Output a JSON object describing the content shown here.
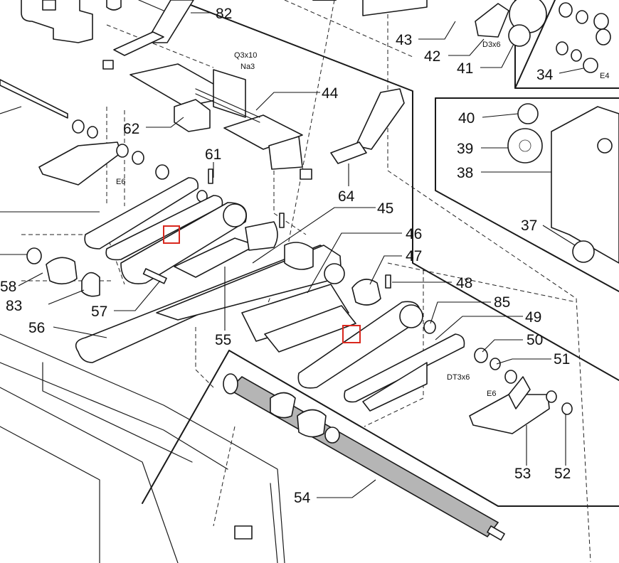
{
  "callouts": [
    {
      "id": "c82",
      "text": "82"
    },
    {
      "id": "c43",
      "text": "43"
    },
    {
      "id": "c42",
      "text": "42"
    },
    {
      "id": "c41",
      "text": "41"
    },
    {
      "id": "c34",
      "text": "34"
    },
    {
      "id": "c44",
      "text": "44"
    },
    {
      "id": "c62",
      "text": "62"
    },
    {
      "id": "c61",
      "text": "61"
    },
    {
      "id": "c40",
      "text": "40"
    },
    {
      "id": "c39",
      "text": "39"
    },
    {
      "id": "c38",
      "text": "38"
    },
    {
      "id": "c64",
      "text": "64"
    },
    {
      "id": "c45",
      "text": "45"
    },
    {
      "id": "c46",
      "text": "46"
    },
    {
      "id": "c47",
      "text": "47"
    },
    {
      "id": "c37",
      "text": "37"
    },
    {
      "id": "c48",
      "text": "48"
    },
    {
      "id": "c85",
      "text": "85"
    },
    {
      "id": "c49",
      "text": "49"
    },
    {
      "id": "c50",
      "text": "50"
    },
    {
      "id": "c51",
      "text": "51"
    },
    {
      "id": "c58",
      "text": "58"
    },
    {
      "id": "c83",
      "text": "83"
    },
    {
      "id": "c57",
      "text": "57"
    },
    {
      "id": "c56",
      "text": "56"
    },
    {
      "id": "c55",
      "text": "55"
    },
    {
      "id": "c53",
      "text": "53"
    },
    {
      "id": "c52",
      "text": "52"
    },
    {
      "id": "c54",
      "text": "54"
    }
  ],
  "small_labels": {
    "q3x10": "Q3x10",
    "na3": "Na3",
    "d3x6": "D3x6",
    "e4": "E4",
    "e6_left": "E6",
    "e6_right": "E6",
    "dt3x6": "DT3x6"
  },
  "colors": {
    "line": "#1a1a1a",
    "highlight": "#d9281e",
    "roller_fill": "#b5b5b5"
  }
}
